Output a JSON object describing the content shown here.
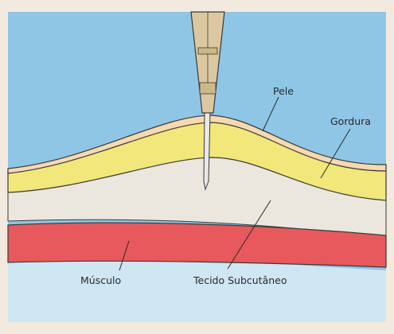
{
  "labels": {
    "pele": "Pele",
    "gordura": "Gordura",
    "musculo": "Músculo",
    "tecido_subcutaneo": "Tecido Subcutâneo"
  },
  "colors": {
    "frame": "#f3eadf",
    "sky": "#8fc6e6",
    "bottom_sky": "#cfe6f3",
    "skin": "#f7d9b0",
    "fat": "#f1e77a",
    "subcutaneous": "#ece7de",
    "muscle": "#e7595c",
    "needle_hub": "#dcc8a0",
    "needle_shaft": "#e8e8e8",
    "outline": "#3a3a3a"
  }
}
